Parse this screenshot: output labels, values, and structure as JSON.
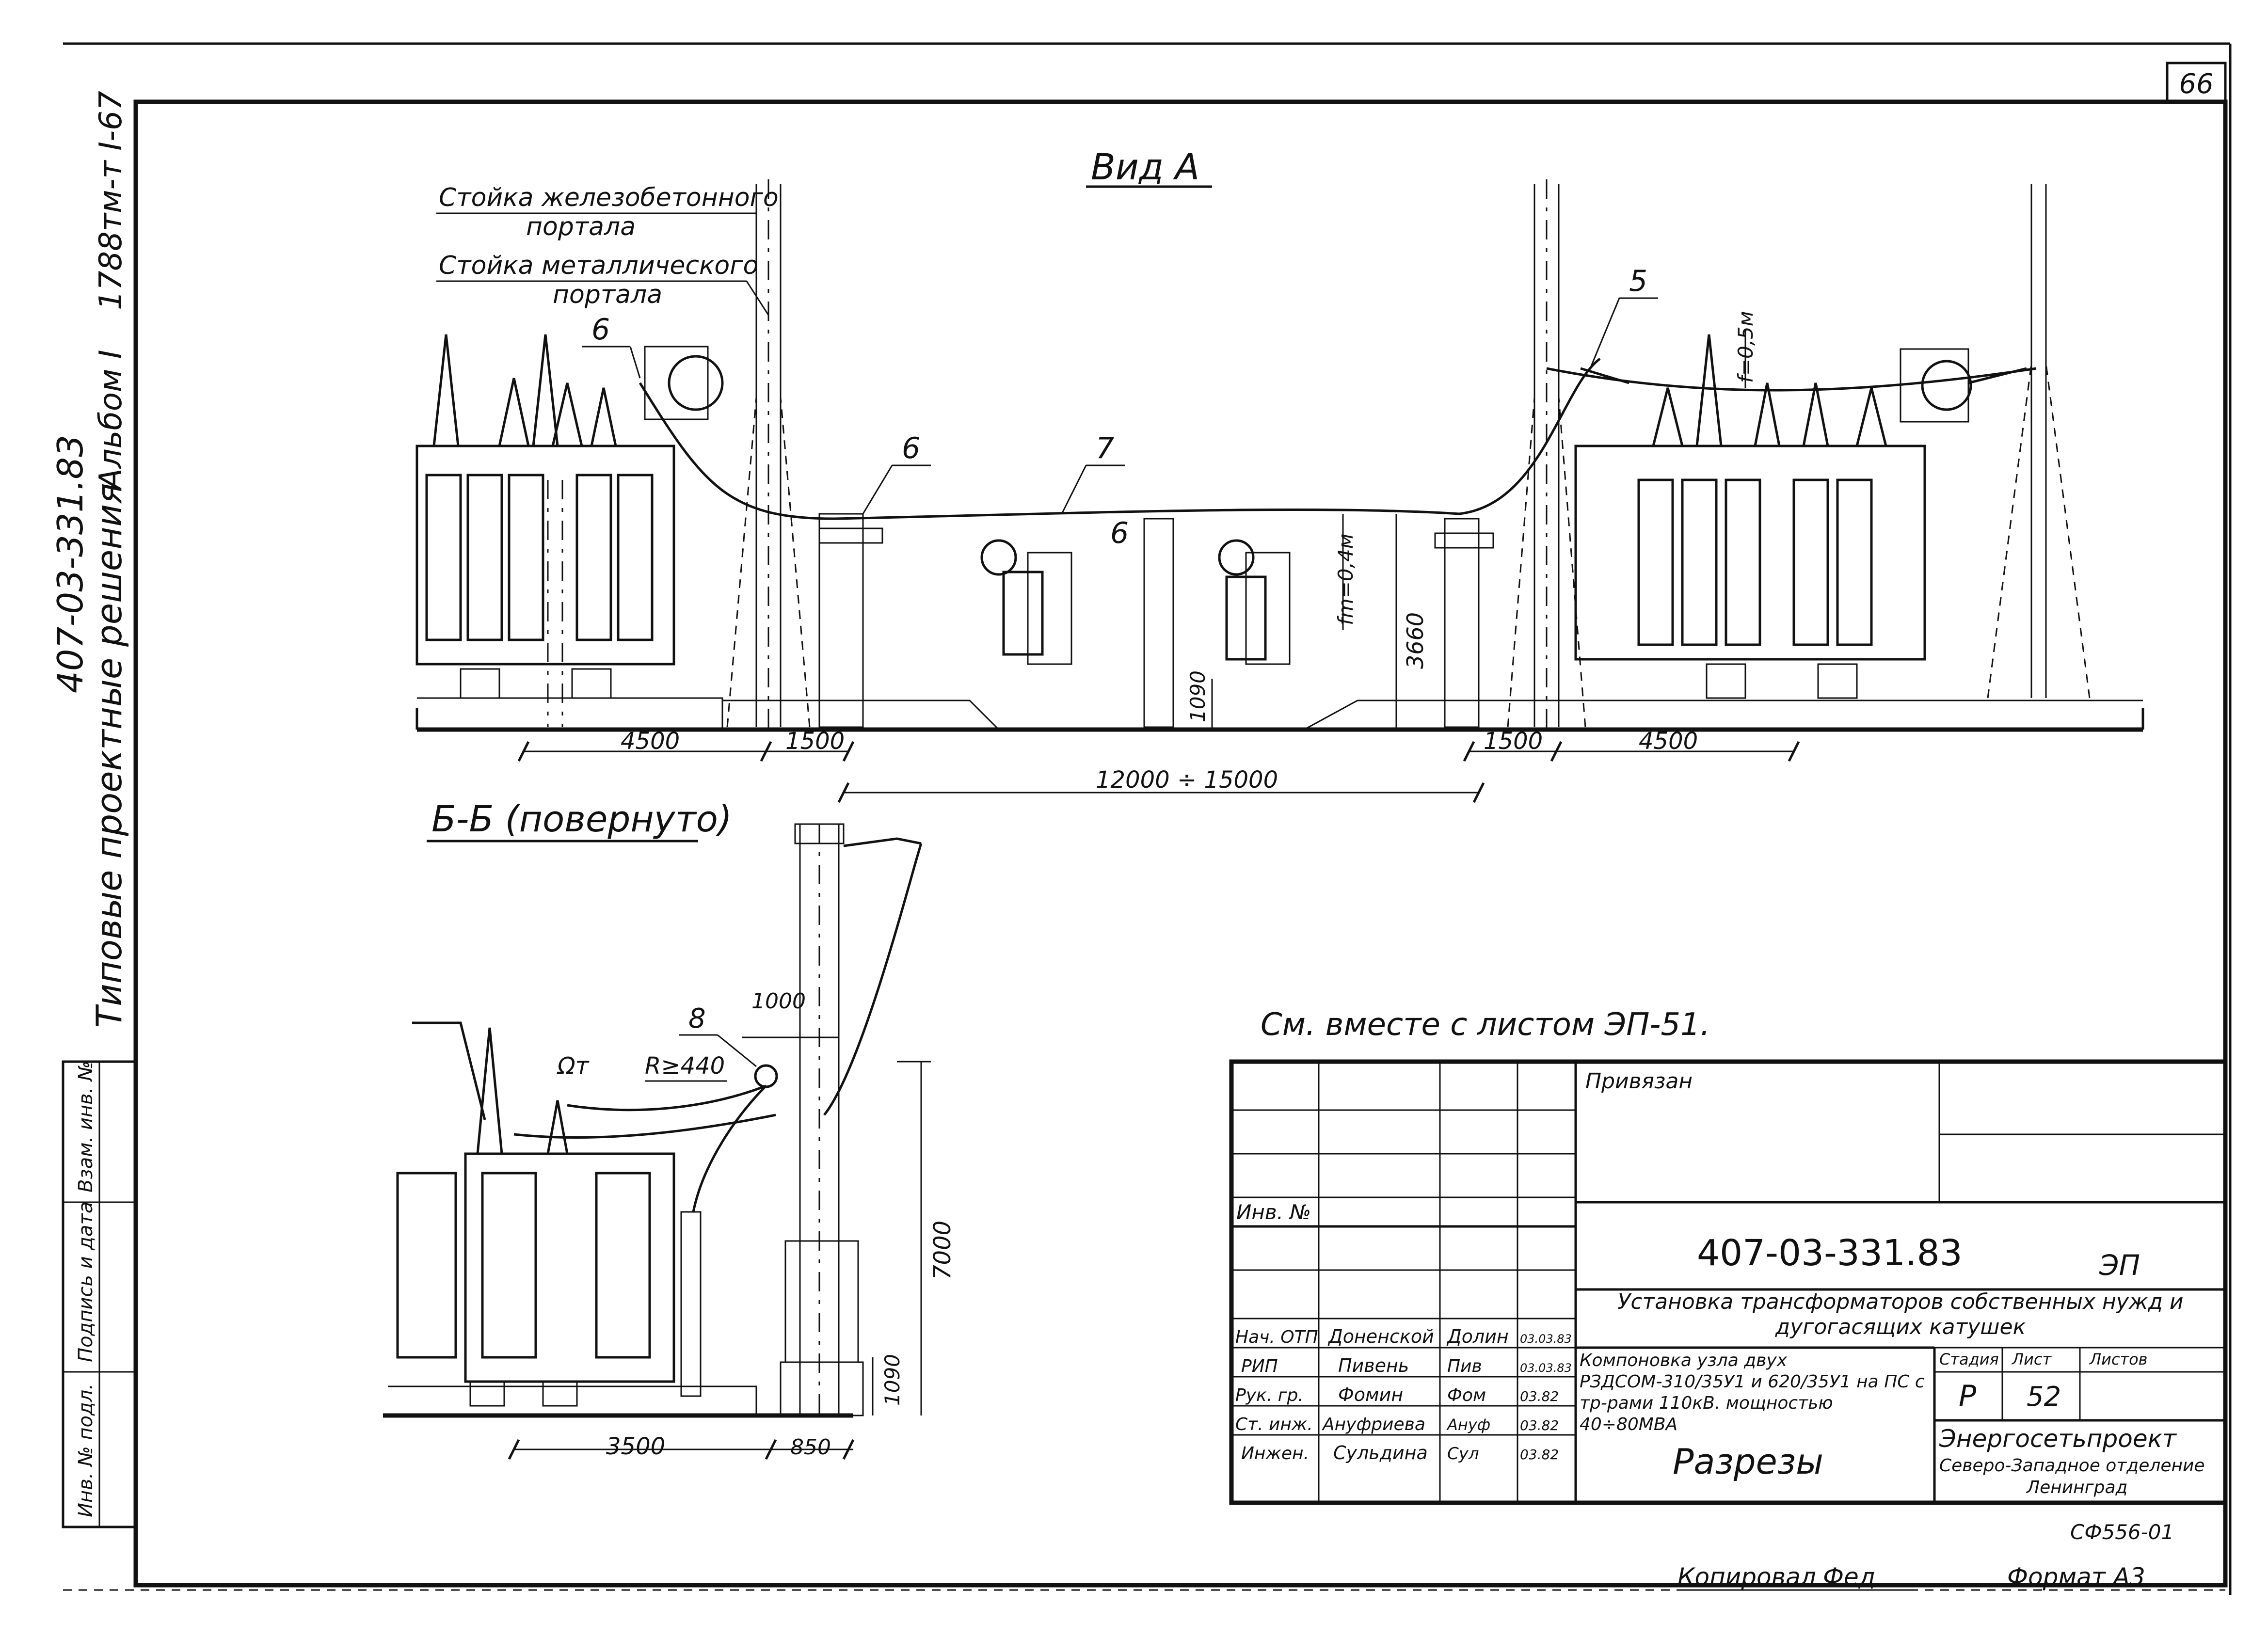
{
  "sheet": {
    "page_number": "66",
    "copy_code": "СФ556-01",
    "copied_by_label": "Копировал",
    "copied_by_sign": "Фед",
    "format_label": "Формат А3"
  },
  "side_margin": {
    "series": "Типовые проектные решения",
    "doc_number": "407-03-331.83",
    "album": "Альбом I",
    "inventory": "1788тм-т I-67"
  },
  "left_stamp": {
    "labels": [
      "Взам. инв. №",
      "Подпись и дата",
      "Инв. № подл."
    ]
  },
  "view_a": {
    "title": "Вид А",
    "callouts": {
      "reinforced_portal_line1": "Стойка железобетонного",
      "reinforced_portal_line2": "портала",
      "metal_portal_line1": "Стойка металлического",
      "metal_portal_line2": "портала",
      "mark_6a": "6",
      "mark_6b": "6",
      "mark_6c": "6",
      "mark_7": "7",
      "mark_5": "5",
      "sag_right": "f=0,5м",
      "sag_mid": "fm=0,4м"
    },
    "dimensions": {
      "d4500_left": "4500",
      "d1500_left": "1500",
      "d12000": "12000 ÷ 15000",
      "d1500_right": "1500",
      "d4500_right": "4500",
      "d1090": "1090",
      "d3660": "3660"
    }
  },
  "section_bb": {
    "title": "Б-Б (повернуто)",
    "callouts": {
      "mark_8": "8",
      "dim_1000": "1000",
      "label_om": "Ωт",
      "radius": "R≥440",
      "dim_7000": "7000",
      "dim_1090": "1090",
      "dim_3500": "3500",
      "dim_850": "850"
    }
  },
  "note": "См. вместе с листом ЭП-51.",
  "title_block": {
    "privyazan": "Привязан",
    "inv_label": "Инв. №",
    "designation": "407-03-331.83",
    "code": "ЭП",
    "object_name": "Установка трансформаторов собственных нужд и дугогасящих катушек",
    "drawing_desc": "Компоновка узла двух РЗДСОМ-310/35У1 и 620/35У1 на ПС с тр-рами 110кВ. мощностью 40÷80МВА",
    "sheet_title": "Разрезы",
    "org_line1": "Энергосетьпроект",
    "org_line2": "Северо-Западное отделение",
    "org_line3": "Ленинград",
    "stage_header": "Стадия",
    "sheet_header": "Лист",
    "sheets_header": "Листов",
    "stage_value": "Р",
    "sheet_value": "52",
    "sheets_value": "",
    "signatures": [
      {
        "role": "Нач. ОТП",
        "name": "Доненской",
        "sign": "Долин",
        "date": "03.03.83"
      },
      {
        "role": "РИП",
        "name": "Пивень",
        "sign": "Пив",
        "date": "03.03.83"
      },
      {
        "role": "Рук. гр.",
        "name": "Фомин",
        "sign": "Фом",
        "date": "03.82"
      },
      {
        "role": "Ст. инж.",
        "name": "Ануфриева",
        "sign": "Ануф",
        "date": "03.82"
      },
      {
        "role": "Инжен.",
        "name": "Сульдина",
        "sign": "Сул",
        "date": "03.82"
      }
    ]
  }
}
